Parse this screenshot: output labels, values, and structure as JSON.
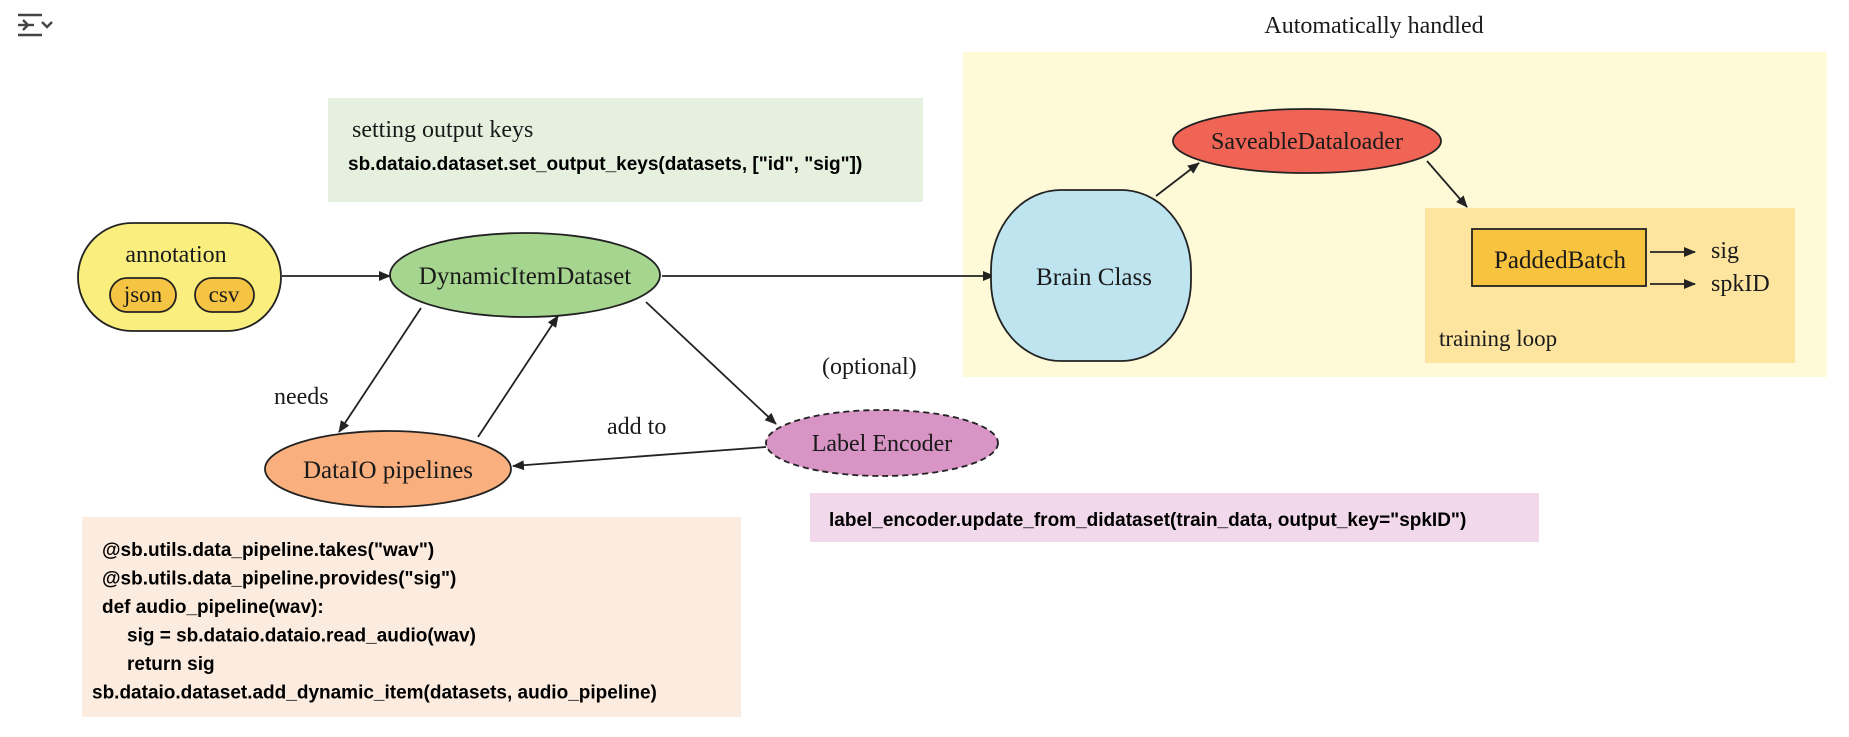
{
  "toolbar": {
    "icon": "collapse-menu-icon"
  },
  "auto": {
    "title": "Automatically handled"
  },
  "output_keys": {
    "title": "setting output keys",
    "code": "sb.dataio.dataset.set_output_keys(datasets, [\"id\", \"sig\"])"
  },
  "annotation": {
    "title": "annotation",
    "json": "json",
    "csv": "csv"
  },
  "dataset": {
    "label": "DynamicItemDataset"
  },
  "brain": {
    "label": "Brain Class"
  },
  "loader": {
    "label": "SaveableDataloader"
  },
  "training": {
    "padded": "PaddedBatch",
    "out_sig": "sig",
    "out_spk": "spkID",
    "loop": "training loop"
  },
  "pipelines": {
    "label": "DataIO pipelines"
  },
  "encoder": {
    "label": "Label Encoder",
    "optional": "(optional)"
  },
  "edges": {
    "needs": "needs",
    "add_to": "add to"
  },
  "pipeline_code": {
    "lines": [
      "@sb.utils.data_pipeline.takes(\"wav\")",
      "@sb.utils.data_pipeline.provides(\"sig\")",
      "def audio_pipeline(wav):",
      "    sig = sb.dataio.dataio.read_audio(wav)",
      "    return sig",
      "sb.dataio.dataset.add_dynamic_item(datasets, audio_pipeline)"
    ]
  },
  "encoder_code": "label_encoder.update_from_didataset(train_data, output_key=\"spkID\")",
  "colors": {
    "auto_bg": "#fef9d7",
    "output_keys_bg": "#e5f0df",
    "annotation": "#f9ee7e",
    "badge": "#f6c443",
    "dataset": "#a6d58f",
    "brain": "#bde4ef",
    "loader": "#ef6455",
    "training_bg": "#fde5a0",
    "padded": "#f8c33f",
    "pipelines": "#f9b07e",
    "encoder": "#d894c4",
    "pipeline_code_bg": "#fcebdf",
    "encoder_code_bg": "#f1d8eb"
  }
}
